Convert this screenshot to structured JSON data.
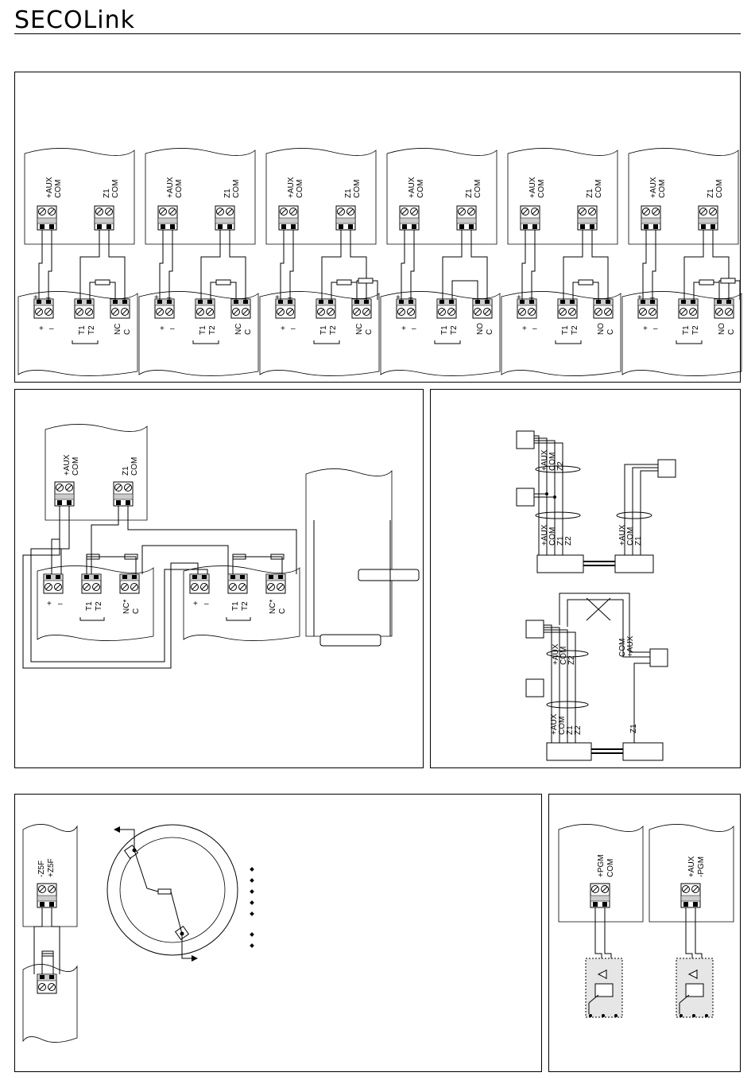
{
  "header": {
    "logo": "SECOLink"
  },
  "panel1": {
    "units": [
      {
        "top_labels": [
          "+AUX",
          "COM"
        ],
        "zone_labels": [
          "Z1",
          "COM"
        ],
        "bottom_pm": [
          "+",
          "–"
        ],
        "t_labels": [
          "T1",
          "T2"
        ],
        "relay_labels": [
          "NC",
          "C"
        ],
        "resistors": 1
      },
      {
        "top_labels": [
          "+AUX",
          "COM"
        ],
        "zone_labels": [
          "Z1",
          "COM"
        ],
        "bottom_pm": [
          "+",
          "–"
        ],
        "t_labels": [
          "T1",
          "T2"
        ],
        "relay_labels": [
          "NC",
          "C"
        ],
        "resistors": 1
      },
      {
        "top_labels": [
          "+AUX",
          "COM"
        ],
        "zone_labels": [
          "Z1",
          "COM"
        ],
        "bottom_pm": [
          "+",
          "–"
        ],
        "t_labels": [
          "T1",
          "T2"
        ],
        "relay_labels": [
          "NC",
          "C"
        ],
        "resistors": 2
      },
      {
        "top_labels": [
          "+AUX",
          "COM"
        ],
        "zone_labels": [
          "Z1",
          "COM"
        ],
        "bottom_pm": [
          "+",
          "–"
        ],
        "t_labels": [
          "T1",
          "T2"
        ],
        "relay_labels": [
          "NO",
          "C"
        ],
        "resistors": 0
      },
      {
        "top_labels": [
          "+AUX",
          "COM"
        ],
        "zone_labels": [
          "Z1",
          "COM"
        ],
        "bottom_pm": [
          "+",
          "–"
        ],
        "t_labels": [
          "T1",
          "T2"
        ],
        "relay_labels": [
          "NO",
          "C"
        ],
        "resistors": 1
      },
      {
        "top_labels": [
          "+AUX",
          "COM"
        ],
        "zone_labels": [
          "Z1",
          "COM"
        ],
        "bottom_pm": [
          "+",
          "–"
        ],
        "t_labels": [
          "T1",
          "T2"
        ],
        "relay_labels": [
          "NO",
          "C"
        ],
        "resistors": 2
      }
    ]
  },
  "panel2": {
    "top_labels": [
      "+AUX",
      "COM"
    ],
    "zone_labels": [
      "Z1",
      "COM"
    ],
    "pm": [
      "+",
      "–"
    ],
    "t_labels": [
      "T1",
      "T2"
    ],
    "relay_labels": [
      "NC*",
      "C"
    ]
  },
  "panel3": {
    "top": {
      "det1": [
        "+AUX",
        "COM",
        "Z2"
      ],
      "ctrlA": [
        "+AUX",
        "COM",
        "Z1",
        "Z2"
      ],
      "ctrlB": [
        "+AUX",
        "COM",
        "Z1"
      ]
    },
    "bottom": {
      "det1": [
        "+AUX",
        "COM",
        "Z2"
      ],
      "ctrl": [
        "+AUX",
        "COM",
        "Z1",
        "Z2"
      ],
      "det2": [
        "COM",
        "+AUX"
      ],
      "z1": "Z1"
    }
  },
  "panel4": {
    "zone_labels": [
      "-Z5F",
      "+Z5F"
    ],
    "bullets": 7
  },
  "panel5": {
    "left_labels": [
      "+PGM",
      "COM"
    ],
    "right_labels": [
      "+AUX",
      "-PGM"
    ]
  }
}
